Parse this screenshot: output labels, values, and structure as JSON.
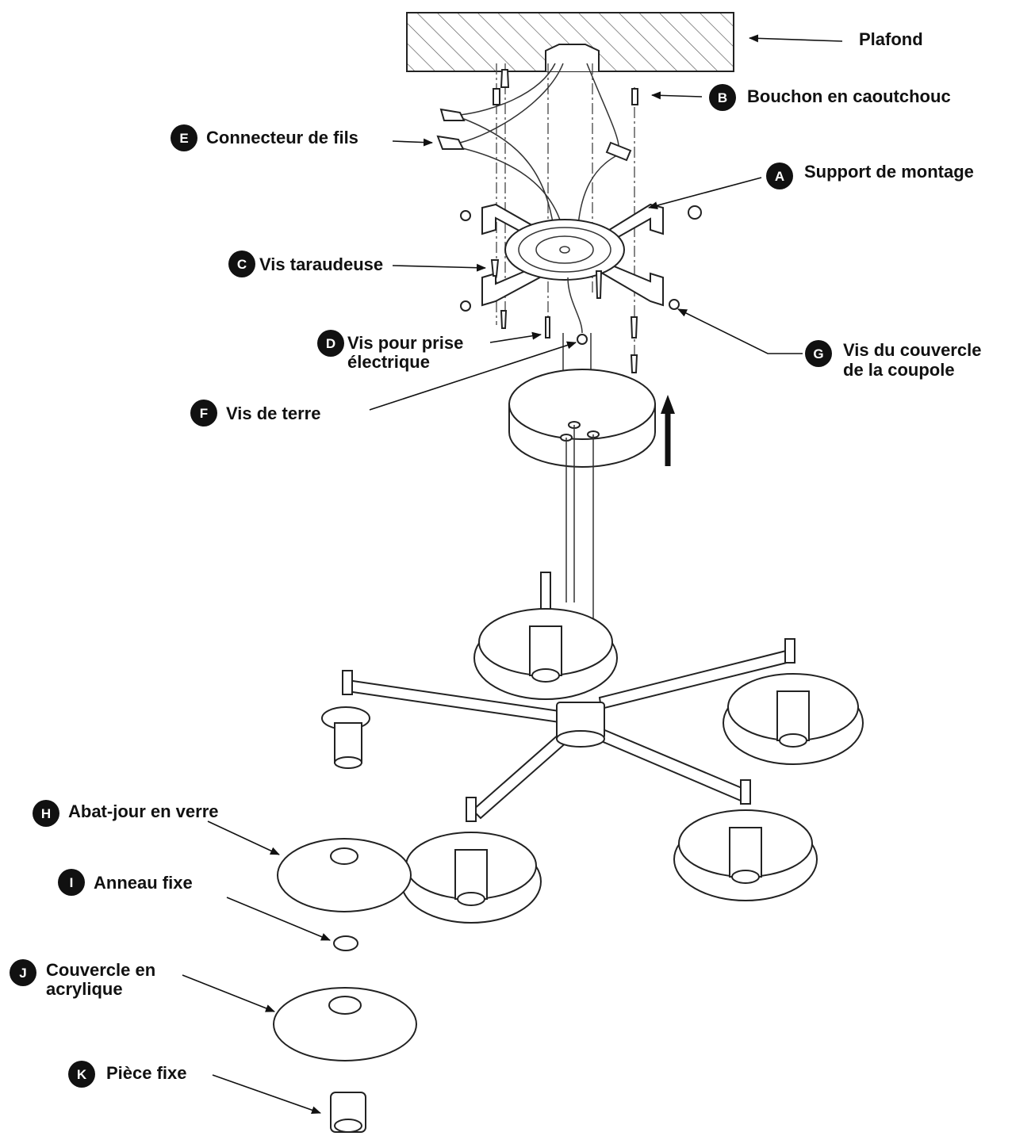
{
  "labels": {
    "ceiling": "Plafond",
    "A": {
      "badge": "A",
      "text": "Support de montage"
    },
    "B": {
      "badge": "B",
      "text": "Bouchon en caoutchouc"
    },
    "C": {
      "badge": "C",
      "text": "Vis taraudeuse"
    },
    "D": {
      "badge": "D",
      "text_line1": "Vis pour prise",
      "text_line2": "électrique"
    },
    "E": {
      "badge": "E",
      "text": "Connecteur de fils"
    },
    "F": {
      "badge": "F",
      "text": "Vis de terre"
    },
    "G": {
      "badge": "G",
      "text_line1": "Vis du couvercle",
      "text_line2": "de la coupole"
    },
    "H": {
      "badge": "H",
      "text": "Abat-jour en verre"
    },
    "I": {
      "badge": "I",
      "text": "Anneau fixe"
    },
    "J": {
      "badge": "J",
      "text_line1": "Couvercle en",
      "text_line2": "acrylique"
    },
    "K": {
      "badge": "K",
      "text": "Pièce fixe"
    }
  }
}
